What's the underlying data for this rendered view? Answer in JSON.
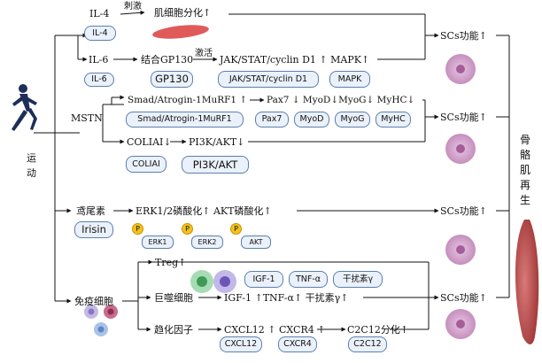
{
  "exercise": "运动",
  "center_label": "骨骼肌再生",
  "outcome": "SCs功能↑",
  "il4": {
    "label": "IL-4",
    "effect_verb": "刺激",
    "effect": "肌细胞分化↑",
    "box": "IL-4"
  },
  "il6": {
    "label": "IL-6",
    "step1": "结合GP130",
    "verb": "激活",
    "step2": "JAK/STAT/cyclin D1 ↑ MAPK↑",
    "boxes": [
      "IL-6",
      "GP130",
      "JAK/STAT/cyclin D1",
      "MAPK"
    ]
  },
  "mstn": {
    "label": "MSTN",
    "upper_chain": "Smad/Atrogin-1MuRF1 ↑",
    "upper_arrow_text": "Pax7 ↓ MyoD↓MyoG↓ MyHC↓",
    "upper_boxes": [
      "Smad/Atrogin-1MuRF1",
      "Pax7",
      "MyoD",
      "MyoG",
      "MyHC"
    ],
    "lower_chain_a": "COLIAI↓",
    "lower_chain_b": "PI3K/AKT↓",
    "lower_boxes": [
      "COLIAI",
      "PI3K/AKT"
    ]
  },
  "irisin": {
    "label": "鸢尾素",
    "chain": "ERK1/2磷酸化↑ AKT磷酸化↑",
    "box": "Irisin",
    "p_markers": [
      "P",
      "P",
      "P"
    ],
    "p_boxes": [
      "ERK1",
      "ERK2",
      "AKT"
    ]
  },
  "immune": {
    "label": "免疫细胞",
    "treg": "Treg↑",
    "macrophage": "巨噬细胞",
    "macro_chain": "IGF-1 ↑TNF-α↑ 干扰素γ↑",
    "macro_boxes": [
      "IGF-1",
      "TNF-α",
      "干扰素γ"
    ],
    "chemokine": "趋化因子",
    "chemo_chain": "CXCL12 ↑ CXCR4 ↑",
    "chemo_result": "C2C12分化↑",
    "chemo_boxes": [
      "CXCL12",
      "CXCR4",
      "C2C12"
    ]
  }
}
